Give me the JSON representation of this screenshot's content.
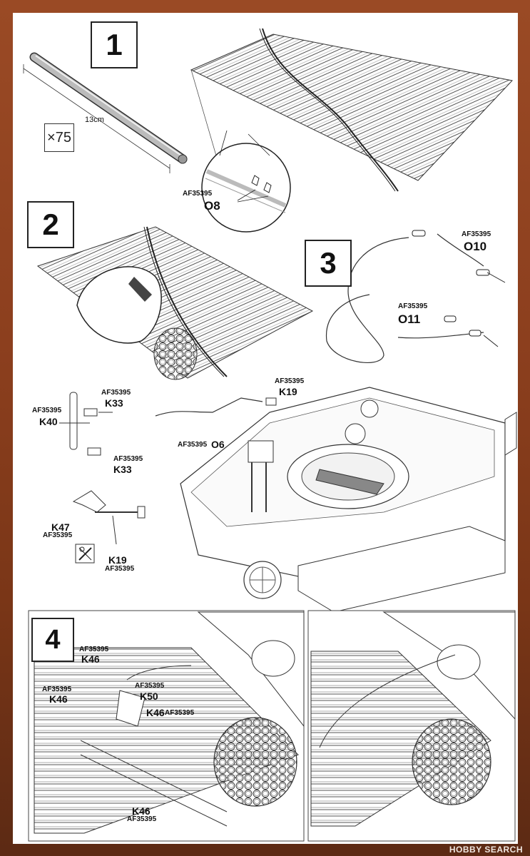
{
  "steps": {
    "s1": "1",
    "s2": "2",
    "s3": "3",
    "s4": "4"
  },
  "step1": {
    "length": "13cm",
    "quantity": "×75",
    "part_code": "AF35395",
    "part_name": "O8"
  },
  "step3": {
    "o10_code": "AF35395",
    "o10_name": "O10",
    "o11_code": "AF35395",
    "o11_name": "O11"
  },
  "assembly": {
    "k19_top_code": "AF35395",
    "k19_top_name": "K19",
    "k33_a_code": "AF35395",
    "k33_a_name": "K33",
    "k40_code": "AF35395",
    "k40_name": "K40",
    "k33_b_code": "AF35395",
    "k33_b_name": "K33",
    "o6_code": "AF35395",
    "o6_name": "O6",
    "k47_name": "K47",
    "k47_code": "AF35395",
    "k19_bottom_name": "K19",
    "k19_bottom_code": "AF35395"
  },
  "step4": {
    "k46_a_code": "AF35395",
    "k46_a_name": "K46",
    "k46_b_code": "AF35395",
    "k46_b_name": "K46",
    "k50_code": "AF35395",
    "k50_name": "K50",
    "k46_c_name": "K46",
    "k46_c_code": "AF35395",
    "k46_d_name": "K46",
    "k46_d_code": "AF35395"
  },
  "watermark": "HOBBY SEARCH",
  "icons": [
    "cut-icon",
    "arrow-icon"
  ]
}
